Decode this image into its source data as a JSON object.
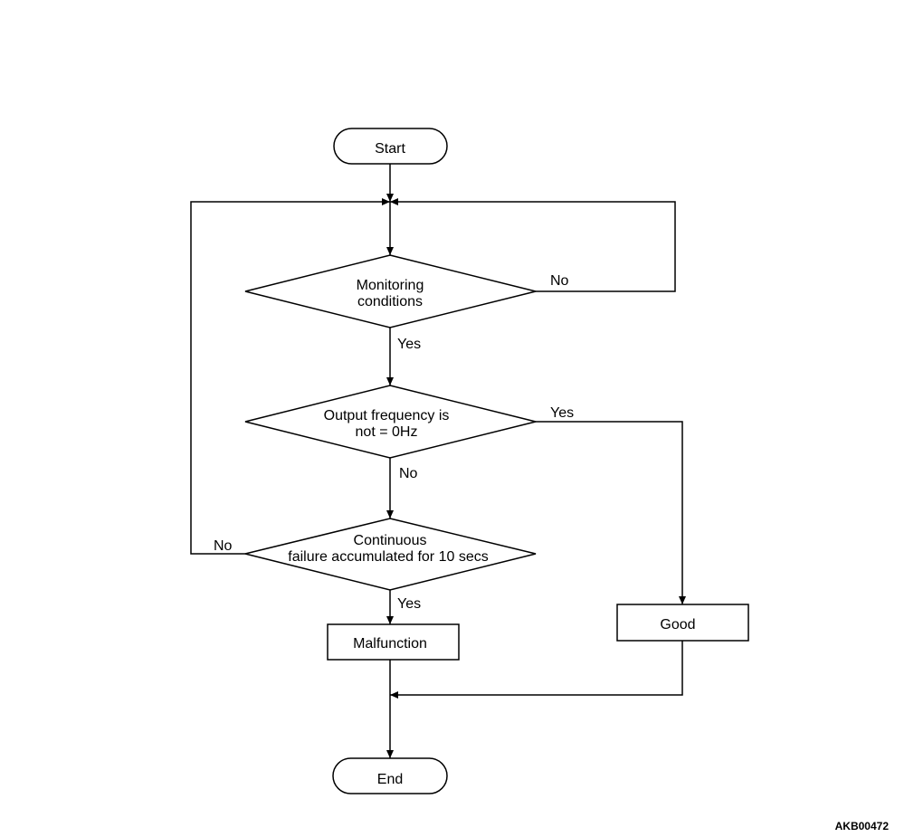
{
  "flowchart": {
    "start": "Start",
    "end": "End",
    "decision1": {
      "line1": "Monitoring",
      "line2": "conditions"
    },
    "decision2": {
      "line1": "Output frequency is",
      "line2": "not = 0Hz"
    },
    "decision3": {
      "line1": "Continuous",
      "line2": "failure accumulated for 10 secs"
    },
    "malfunction": "Malfunction",
    "good": "Good",
    "labels": {
      "d1_no": "No",
      "d1_yes": "Yes",
      "d2_yes": "Yes",
      "d2_no": "No",
      "d3_no": "No",
      "d3_yes": "Yes"
    }
  },
  "figure_code": "AKB00472"
}
